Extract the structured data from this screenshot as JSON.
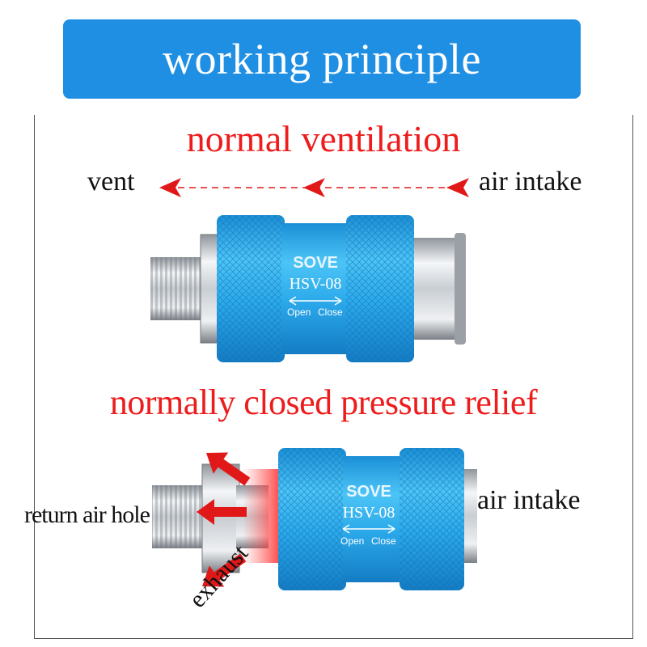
{
  "title": "working principle",
  "top_section": {
    "heading": "normal ventilation",
    "left_label": "vent",
    "right_label": "air intake",
    "valve": {
      "brand": "SOVE",
      "model": "HSV-08",
      "open": "Open",
      "close": "Close"
    }
  },
  "bottom_section": {
    "heading": "normally closed pressure relief",
    "right_label": "air intake",
    "left_label": "return air hole",
    "exhaust_label": "exhaust",
    "valve": {
      "brand": "SOVE",
      "model": "HSV-08",
      "open": "Open",
      "close": "Close"
    }
  },
  "colors": {
    "banner": "#1f8fe3",
    "heading": "#ee1c1c",
    "valve_body": "#2aa9ec",
    "arrow": "#e01818"
  }
}
